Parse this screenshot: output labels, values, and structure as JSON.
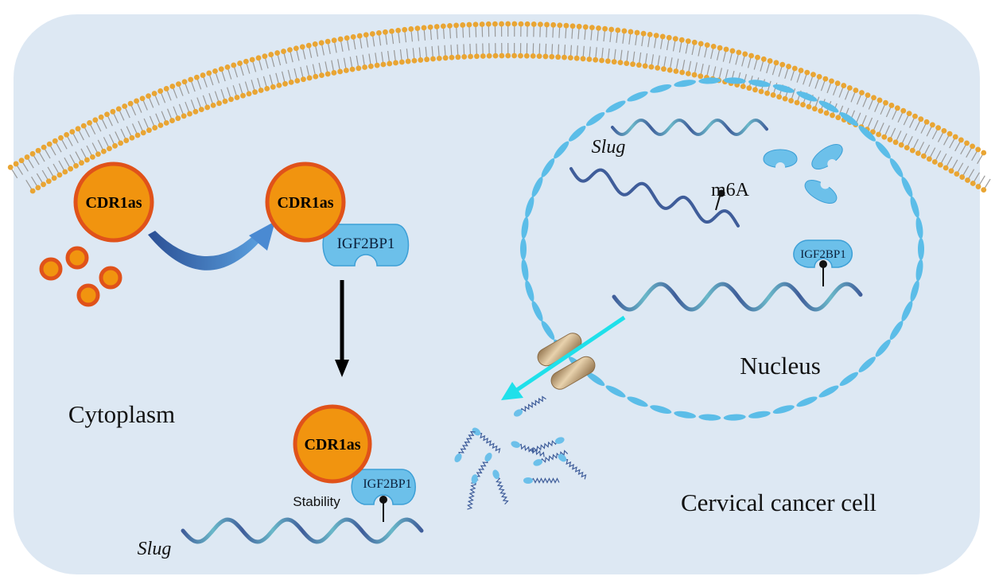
{
  "labels": {
    "cdr1as": "CDR1as",
    "igf2bp1": "IGF2BP1",
    "slug": "Slug",
    "m6a": "m6A",
    "nucleus": "Nucleus",
    "cytoplasm": "Cytoplasm",
    "stability": "Stability",
    "cell": "Cervical cancer cell"
  },
  "colors": {
    "cell_fill": "#dde8f3",
    "membrane_head": "#e9a533",
    "membrane_tail": "#9a9a9a",
    "cdr1as_fill": "#f1940f",
    "cdr1as_stroke": "#e0521a",
    "protein_fill": "#6cc0ea",
    "protein_stroke": "#3d9fd6",
    "rna_dark": "#3f5d9a",
    "rna_light": "#6ab8c9",
    "nuclear_envelope": "#5bbde8",
    "curved_arrow": "#3d6fb6",
    "export_arrow": "#1fe0ea",
    "pore": "#c9a577"
  },
  "icons": {
    "nuclear_pore": "nuclear-pore-icon",
    "m6a_mark": "m6a-methyl-mark-icon"
  }
}
